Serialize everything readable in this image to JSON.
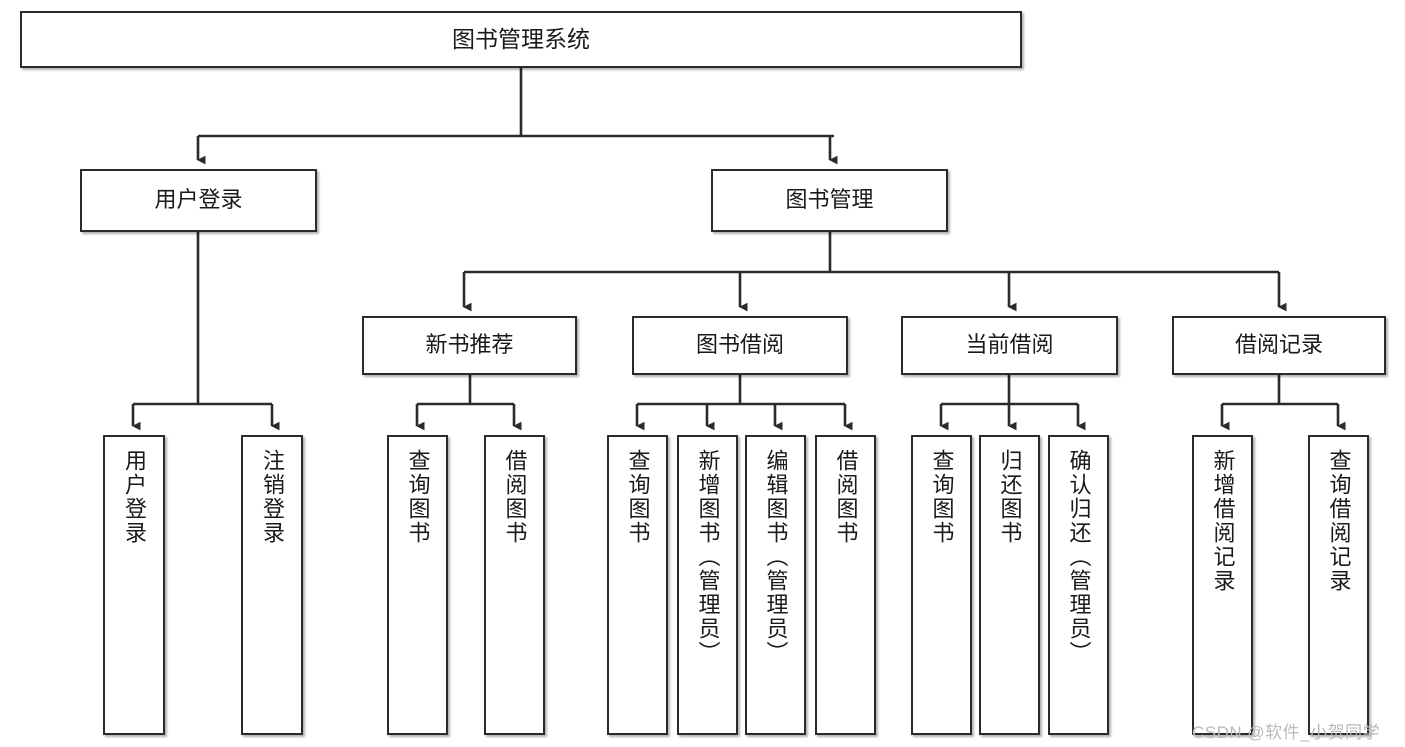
{
  "diagram": {
    "title": "图书管理系统",
    "type": "tree-hierarchy",
    "root": {
      "id": "root",
      "label": "图书管理系统"
    },
    "level2": [
      {
        "id": "user-login",
        "label": "用户登录"
      },
      {
        "id": "book-manage",
        "label": "图书管理"
      }
    ],
    "level3": [
      {
        "id": "new-book-recommend",
        "label": "新书推荐"
      },
      {
        "id": "book-borrow",
        "label": "图书借阅"
      },
      {
        "id": "current-borrow",
        "label": "当前借阅"
      },
      {
        "id": "borrow-record",
        "label": "借阅记录"
      }
    ],
    "leaves": [
      {
        "id": "leaf-user-login",
        "label": "用户登录",
        "parent": "user-login"
      },
      {
        "id": "leaf-user-logout",
        "label": "注销登录",
        "parent": "user-login"
      },
      {
        "id": "leaf-query-book-1",
        "label": "查询图书",
        "parent": "new-book-recommend"
      },
      {
        "id": "leaf-borrow-book-1",
        "label": "借阅图书",
        "parent": "new-book-recommend"
      },
      {
        "id": "leaf-query-book-2",
        "label": "查询图书",
        "parent": "book-borrow"
      },
      {
        "id": "leaf-add-book",
        "label": "新增图书（管理员）",
        "parent": "book-borrow"
      },
      {
        "id": "leaf-edit-book",
        "label": "编辑图书（管理员）",
        "parent": "book-borrow"
      },
      {
        "id": "leaf-borrow-book-2",
        "label": "借阅图书",
        "parent": "book-borrow"
      },
      {
        "id": "leaf-query-book-3",
        "label": "查询图书",
        "parent": "current-borrow"
      },
      {
        "id": "leaf-return-book",
        "label": "归还图书",
        "parent": "current-borrow"
      },
      {
        "id": "leaf-confirm-return",
        "label": "确认归还（管理员）",
        "parent": "current-borrow"
      },
      {
        "id": "leaf-add-record",
        "label": "新增借阅记录",
        "parent": "borrow-record"
      },
      {
        "id": "leaf-query-record",
        "label": "查询借阅记录",
        "parent": "borrow-record"
      }
    ]
  },
  "watermark": {
    "text": "CSDN @软件_小贺同学"
  },
  "colors": {
    "border": "#2b2b2b",
    "background": "#ffffff",
    "text": "#1a1a1a",
    "watermark": "#b9b9b9"
  }
}
